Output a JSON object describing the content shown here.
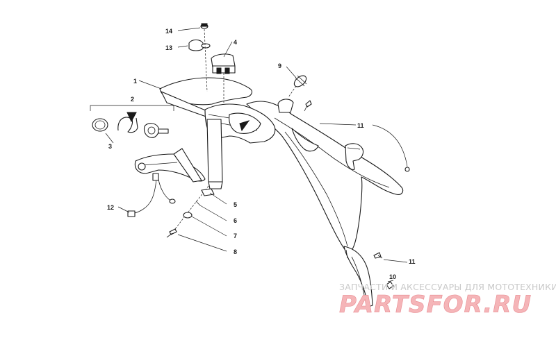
{
  "callouts": [
    {
      "id": "1",
      "label": "1"
    },
    {
      "id": "2",
      "label": "2"
    },
    {
      "id": "3",
      "label": "3"
    },
    {
      "id": "4",
      "label": "4"
    },
    {
      "id": "5",
      "label": "5"
    },
    {
      "id": "6",
      "label": "6"
    },
    {
      "id": "7",
      "label": "7"
    },
    {
      "id": "8",
      "label": "8"
    },
    {
      "id": "9",
      "label": "9"
    },
    {
      "id": "10",
      "label": "10"
    },
    {
      "id": "11a",
      "label": "11"
    },
    {
      "id": "11b",
      "label": "11"
    },
    {
      "id": "12",
      "label": "12"
    },
    {
      "id": "13",
      "label": "13"
    },
    {
      "id": "14",
      "label": "14"
    }
  ],
  "watermark": {
    "tagline": "ЗАПЧАСТИ И АКСЕССУАРЫ ДЛЯ МОТОТЕХНИКИ",
    "logo": "PARTSFOR.RU",
    "color": "#f5b5b8"
  }
}
